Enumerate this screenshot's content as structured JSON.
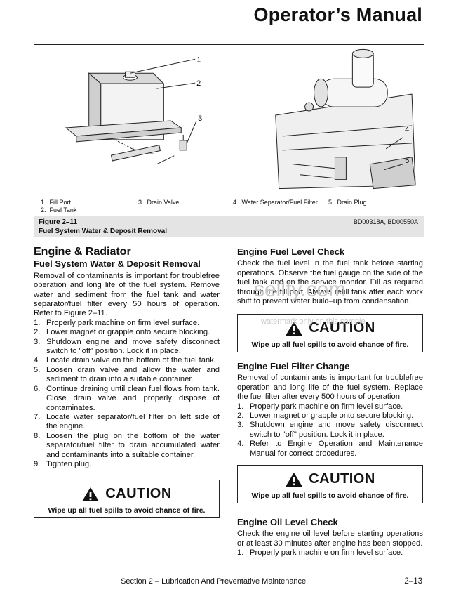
{
  "header": {
    "title": "Operator’s Manual"
  },
  "figure": {
    "callouts": [
      "1",
      "2",
      "3",
      "4",
      "5"
    ],
    "legend": [
      {
        "num": "1.",
        "label": "Fill Port"
      },
      {
        "num": "2.",
        "label": "Fuel Tank"
      },
      {
        "num": "3.",
        "label": "Drain Valve"
      },
      {
        "num": "4.",
        "label": "Water Separator/Fuel Filter"
      },
      {
        "num": "5.",
        "label": "Drain Plug"
      }
    ],
    "caption_number": "Figure 2–11",
    "caption_title": "Fuel System Water & Deposit Removal",
    "codes": "BD00318A, BD00550A"
  },
  "left": {
    "section_heading": "Engine & Radiator",
    "subheading": "Fuel System Water & Deposit Removal",
    "intro": "Removal of contaminants is important for troublefree operation and long life of the fuel system. Remove water and sediment from the fuel tank and water separator/fuel filter every 50 hours of operation. Refer to Figure 2–11.",
    "steps": [
      {
        "num": "1.",
        "text": "Properly park machine on firm level surface."
      },
      {
        "num": "2.",
        "text": "Lower magnet or grapple onto secure blocking."
      },
      {
        "num": "3.",
        "text": "Shutdown engine and move safety disconnect switch to \"off\" position. Lock it in place."
      },
      {
        "num": "4.",
        "text": "Locate drain valve on the bottom of the fuel tank."
      },
      {
        "num": "5.",
        "text": "Loosen drain valve and allow the water and sediment to drain into a suitable container."
      },
      {
        "num": "6.",
        "text": "Continue draining until clean fuel flows from tank. Close drain valve and properly dispose of contaminates."
      },
      {
        "num": "7.",
        "text": "Locate water separator/fuel filter on left side of the engine."
      },
      {
        "num": "8.",
        "text": "Loosen the plug on the bottom of the water separator/fuel filter to drain accumulated water and contaminants into a suitable container."
      },
      {
        "num": "9.",
        "text": "Tighten plug."
      }
    ],
    "caution": {
      "word": "CAUTION",
      "message": "Wipe up all fuel spills to avoid chance of fire."
    }
  },
  "right": {
    "fuel_level": {
      "heading": "Engine Fuel Level Check",
      "body": "Check the fuel level in the fuel tank before starting operations. Observe the fuel gauge on the side of the fuel tank and on the service monitor. Fill as required through the fill port. Always refill tank after each work shift to prevent water build–up from condensation."
    },
    "caution1": {
      "word": "CAUTION",
      "message": "Wipe up all fuel spills to avoid chance of fire."
    },
    "filter_change": {
      "heading": "Engine Fuel Filter Change",
      "body": "Removal of contaminants is important for troublefree operation and long life of the fuel system. Replace the fuel filter after every 500 hours of operation.",
      "steps": [
        {
          "num": "1.",
          "text": "Properly park machine on firm level surface."
        },
        {
          "num": "2.",
          "text": "Lower magnet or grapple onto secure blocking."
        },
        {
          "num": "3.",
          "text": "Shutdown engine and move safety disconnect switch to \"off\" position. Lock it in place."
        },
        {
          "num": "4.",
          "text": "Refer to Engine Operation and Maintenance Manual for correct procedures."
        }
      ]
    },
    "caution2": {
      "word": "CAUTION",
      "message": "Wipe up all fuel spills to avoid chance of fire."
    },
    "oil_level": {
      "heading": "Engine Oil Level Check",
      "body": "Check the engine oil level before starting operations or at least 30 minutes after engine has been stopped.",
      "steps": [
        {
          "num": "1.",
          "text": "Properly park machine on firm level surface."
        }
      ]
    }
  },
  "footer": {
    "section": "Section 2 – Lubrication And Preventative Maintenance",
    "page": "2–13"
  },
  "watermarks": {
    "main": "sellfy.com",
    "sample": "watermark only on this sample"
  }
}
